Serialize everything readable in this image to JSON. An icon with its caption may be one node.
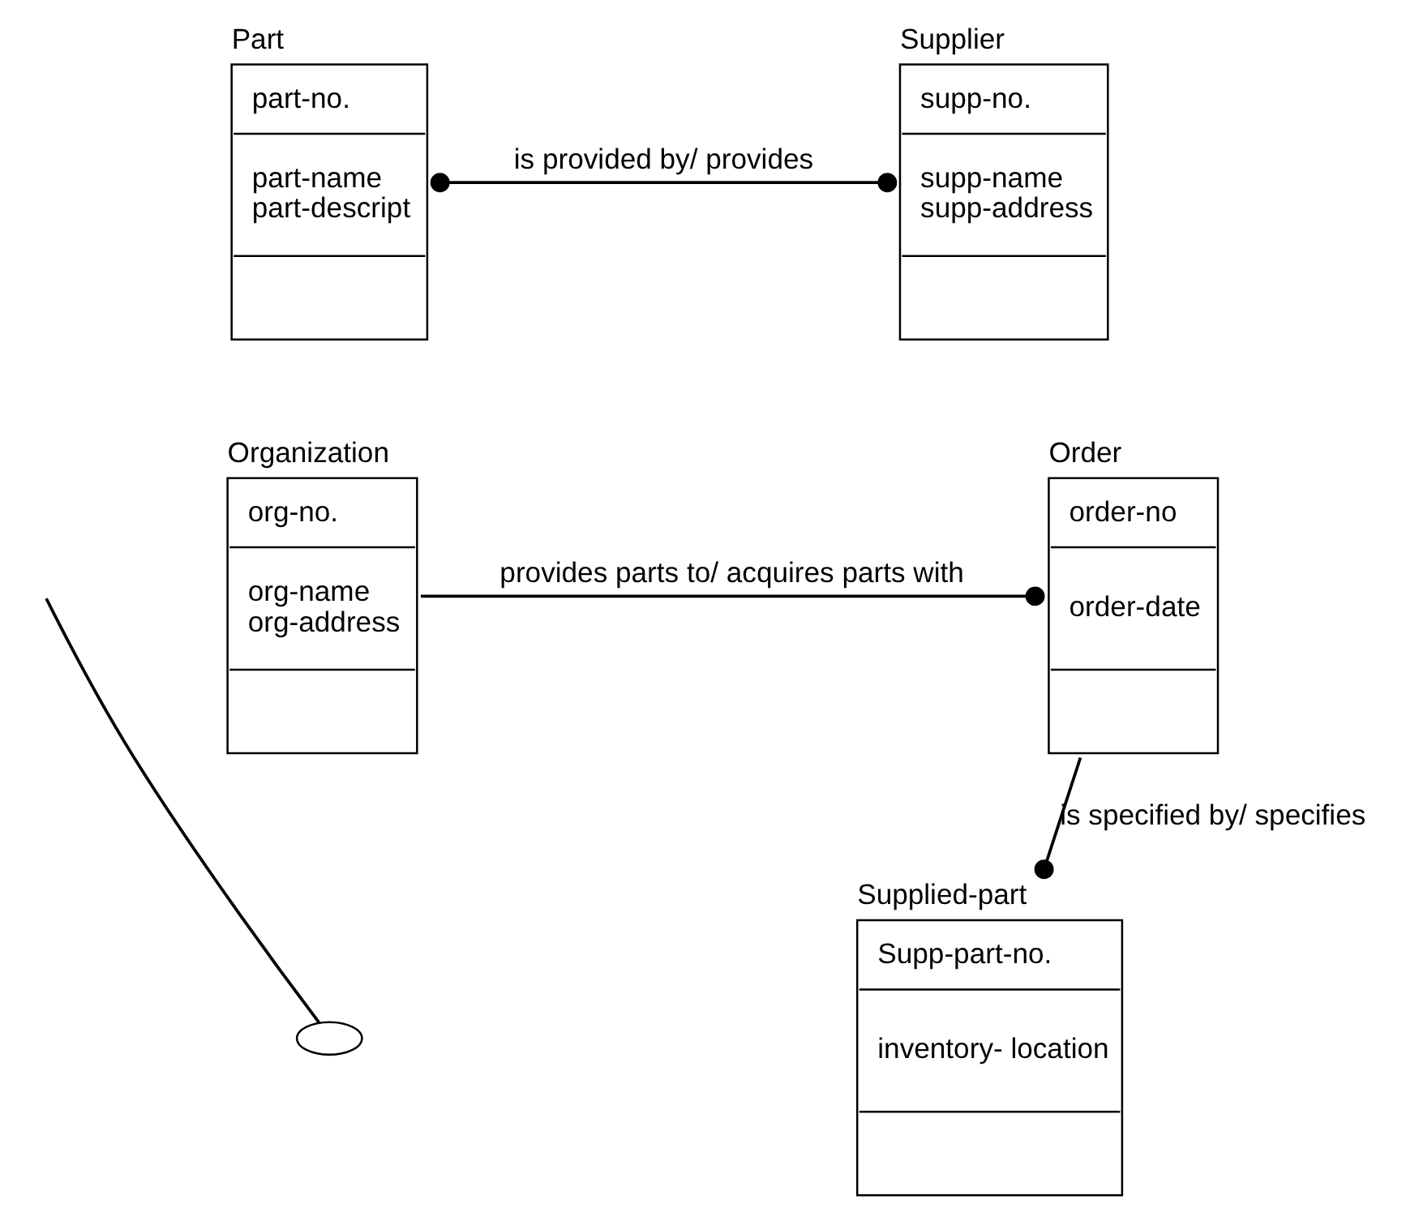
{
  "diagram": {
    "nodes": [
      {
        "text": [
          "Part",
          "part-no.",
          "part-name",
          "part-descript"
        ]
      },
      {
        "text": [
          "Supplier",
          "supp-no.",
          "supp-name",
          "supp-address"
        ]
      },
      {
        "text": [],
        "shape": "semicircle"
      },
      {
        "text": [
          "Supplied-part",
          "Supp-part-no.",
          "inventory- location"
        ]
      },
      {
        "text": [
          "Order",
          "order-no",
          "order-date"
        ]
      },
      {
        "text": [
          "Organization",
          "org-no.",
          "org-name",
          "org-address"
        ]
      }
    ],
    "edges": [
      {
        "from": 0,
        "to": 1,
        "arrow": "other",
        "label": "is provided by/ provides"
      },
      {
        "from": null,
        "to": 2,
        "arrow": "none"
      },
      {
        "from": 4,
        "to": 3,
        "arrow": "other",
        "label": "is specified by/ specifies"
      },
      {
        "from": 5,
        "to": 4,
        "arrow": "other",
        "label": "provides parts to/ acquires parts with"
      }
    ]
  }
}
